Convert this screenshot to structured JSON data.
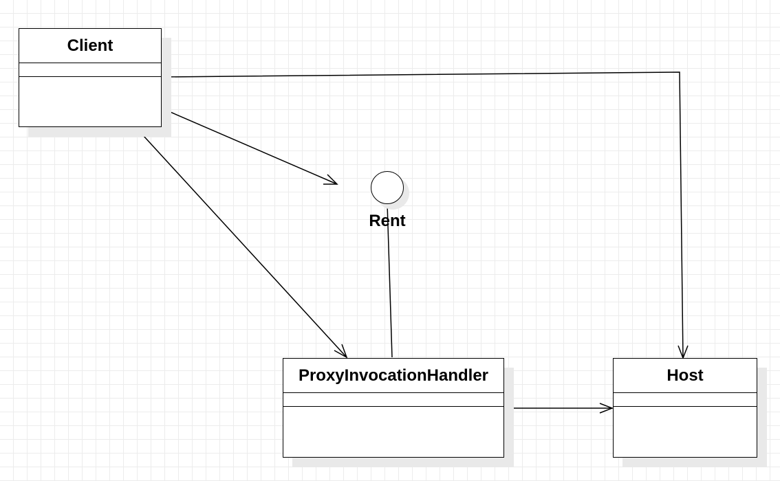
{
  "diagram": {
    "classes": {
      "client": {
        "name": "Client"
      },
      "proxy": {
        "name": "ProxyInvocationHandler"
      },
      "host": {
        "name": "Host"
      }
    },
    "interface": {
      "name": "Rent"
    },
    "relations": [
      {
        "id": "client-to-rent",
        "from": "Client",
        "to": "Rent",
        "type": "dependency-arrow"
      },
      {
        "id": "client-to-proxy",
        "from": "Client",
        "to": "ProxyInvocationHandler",
        "type": "dependency-arrow"
      },
      {
        "id": "client-to-host",
        "from": "Client",
        "to": "Host",
        "type": "dependency-arrow"
      },
      {
        "id": "proxy-to-rent",
        "from": "ProxyInvocationHandler",
        "to": "Rent",
        "type": "interface-realization"
      },
      {
        "id": "proxy-to-host",
        "from": "ProxyInvocationHandler",
        "to": "Host",
        "type": "dependency-arrow"
      }
    ]
  }
}
